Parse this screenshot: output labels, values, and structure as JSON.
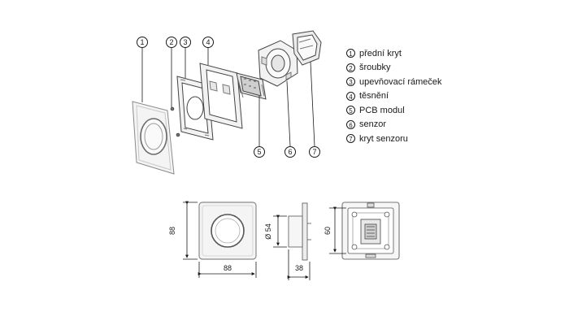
{
  "callouts": [
    "1",
    "2",
    "3",
    "4",
    "5",
    "6",
    "7"
  ],
  "legend": [
    {
      "num": "1",
      "label": "přední kryt"
    },
    {
      "num": "2",
      "label": "šroubky"
    },
    {
      "num": "3",
      "label": "upevňovací rámeček"
    },
    {
      "num": "4",
      "label": "těsnění"
    },
    {
      "num": "5",
      "label": "PCB modul"
    },
    {
      "num": "6",
      "label": "senzor"
    },
    {
      "num": "7",
      "label": "kryt senzoru"
    }
  ],
  "dimensions": {
    "front_height": "88",
    "front_width": "88",
    "side_diameter": "Ø 54",
    "side_depth": "38",
    "back_height": "60"
  },
  "colors": {
    "line": "#1a1a1a",
    "part_fill": "#f4f4f4",
    "part_stroke": "#8a8a8a"
  }
}
